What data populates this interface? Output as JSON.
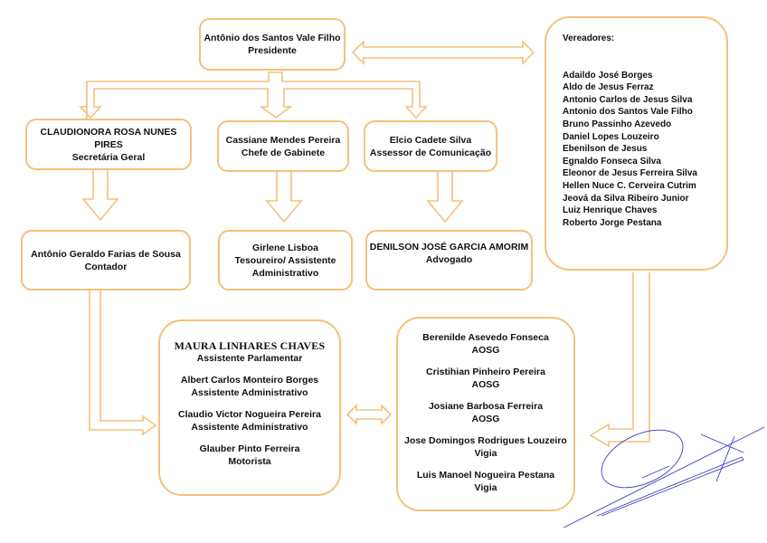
{
  "president": {
    "name": "Antônio dos Santos Vale Filho",
    "role": "Presidente"
  },
  "vereadores": {
    "title": "Vereadores:",
    "members": [
      "Adaildo José Borges",
      "Aldo de Jesus Ferraz",
      "Antonio Carlos de Jesus Silva",
      "Antonio dos Santos Vale Filho",
      "Bruno Passinho Azevedo",
      "Daniel Lopes Louzeiro",
      "Ebenilson de Jesus",
      "Egnaldo Fonseca Silva",
      "Eleonor de Jesus Ferreira Silva",
      "Hellen Nuce C. Cerveira Cutrim",
      "Jeová da Silva Ribeiro Junior",
      "Luiz Henrique Chaves",
      "Roberto Jorge Pestana"
    ]
  },
  "level2": [
    {
      "name": "CLAUDIONORA ROSA NUNES PIRES",
      "role": "Secretária Geral"
    },
    {
      "name": "Cassiane Mendes Pereira",
      "role": "Chefe de Gabinete"
    },
    {
      "name": "Elcio Cadete Silva",
      "role": "Assessor de Comunicação"
    }
  ],
  "level3": [
    {
      "name": "Antônio Geraldo Farias de Sousa",
      "role": "Contador"
    },
    {
      "name": "Girlene Lisboa",
      "role": "Tesoureiro/ Assistente",
      "role2": "Administrativo"
    },
    {
      "name": "DENILSON JOSÉ GARCIA AMORIM",
      "role": "Advogado"
    }
  ],
  "staff_left": [
    {
      "name": "MAURA LINHARES CHAVES",
      "role": "Assistente Parlamentar"
    },
    {
      "name": "Albert Carlos Monteiro Borges",
      "role": "Assistente Administrativo"
    },
    {
      "name": "Claudio Victor Nogueira  Pereira",
      "role": "Assistente Administrativo"
    },
    {
      "name": "Glauber Pinto Ferreira",
      "role": "Motorista"
    }
  ],
  "staff_right": [
    {
      "name": "Berenilde Asevedo Fonseca",
      "role": "AOSG"
    },
    {
      "name": "Cristihian Pinheiro Pereira",
      "role": "AOSG"
    },
    {
      "name": "Josiane Barbosa Ferreira",
      "role": "AOSG"
    },
    {
      "name": "Jose Domingos Rodrigues Louzeiro",
      "role": "Vigia"
    },
    {
      "name": "Luis Manoel Nogueira Pestana",
      "role": "Vigia"
    }
  ],
  "colors": {
    "border": "#f5c07a",
    "signature": "#3b3bbf"
  }
}
